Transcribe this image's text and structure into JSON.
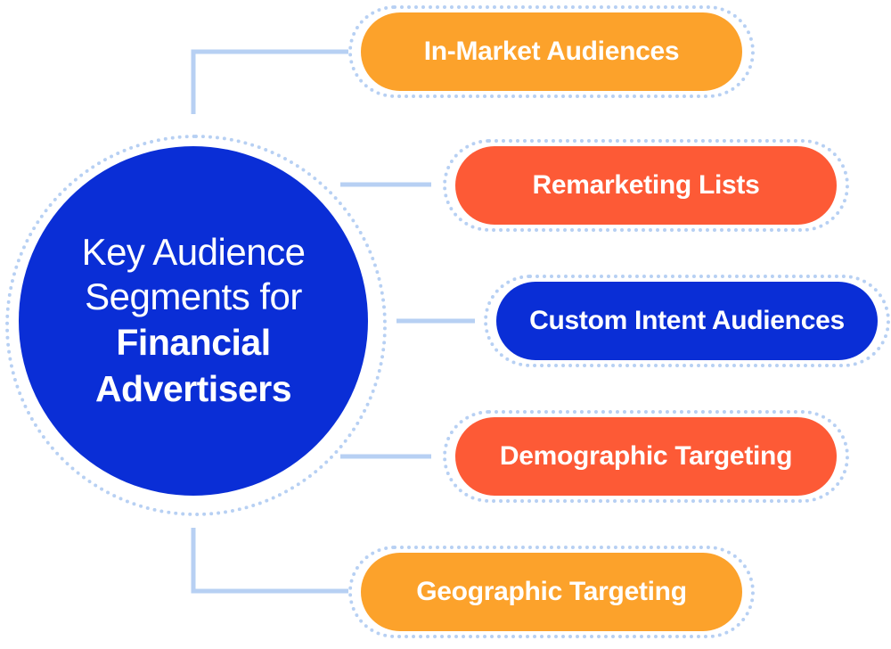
{
  "hub": {
    "line1": "Key Audience",
    "line2": "Segments for",
    "line3": "Financial",
    "line4": "Advertisers"
  },
  "segments": [
    {
      "label": "In-Market Audiences",
      "color": "#fca22b"
    },
    {
      "label": "Remarketing Lists",
      "color": "#fd5a36"
    },
    {
      "label": "Custom Intent Audiences",
      "color": "#0a2ed6"
    },
    {
      "label": "Demographic Targeting",
      "color": "#fd5a36"
    },
    {
      "label": "Geographic Targeting",
      "color": "#fca22b"
    }
  ],
  "colors": {
    "connector": "#b7d0f3",
    "dotted_ring": "#b7d0f3"
  }
}
